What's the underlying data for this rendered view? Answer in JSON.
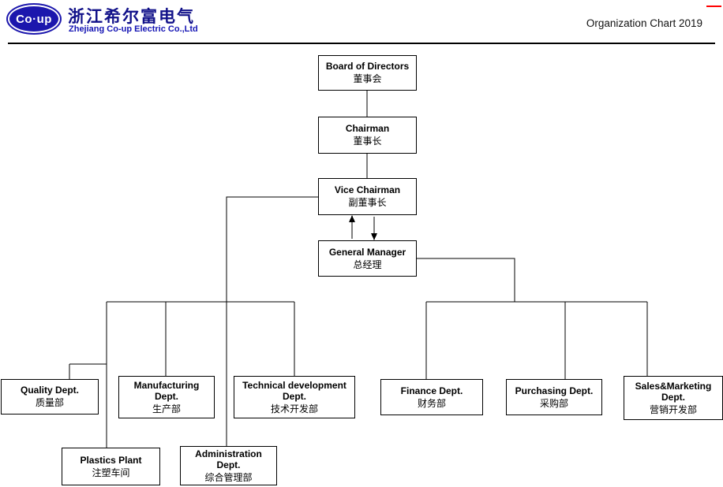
{
  "header": {
    "logo_text": "Co·up",
    "company_cn": "浙江希尔富电气",
    "company_en": "Zhejiang Co-up Electric Co.,Ltd",
    "title": "Organization Chart 2019"
  },
  "nodes": {
    "board": {
      "en": "Board of Directors",
      "cn": "董事会"
    },
    "chairman": {
      "en": "Chairman",
      "cn": "董事长"
    },
    "vice_chairman": {
      "en": "Vice Chairman",
      "cn": "副董事长"
    },
    "general_manager": {
      "en": "General Manager",
      "cn": "总经理"
    },
    "quality": {
      "en": "Quality Dept.",
      "cn": "质量部"
    },
    "manufacturing": {
      "en": "Manufacturing Dept.",
      "cn": "生产部"
    },
    "technical": {
      "en": "Technical development Dept.",
      "cn": "技术开发部"
    },
    "finance": {
      "en": "Finance Dept.",
      "cn": "财务部"
    },
    "purchasing": {
      "en": "Purchasing Dept.",
      "cn": "采购部"
    },
    "sales_marketing": {
      "en": "Sales&Marketing Dept.",
      "cn": "营销开发部"
    },
    "plastics": {
      "en": "Plastics Plant",
      "cn": "注塑车间"
    },
    "administration": {
      "en": "Administration Dept.",
      "cn": "综合管理部"
    }
  },
  "colors": {
    "logo_blue": "#1c17ad",
    "company_text_blue": "#111189",
    "accent_red": "#ff0000",
    "line_black": "#000000"
  }
}
